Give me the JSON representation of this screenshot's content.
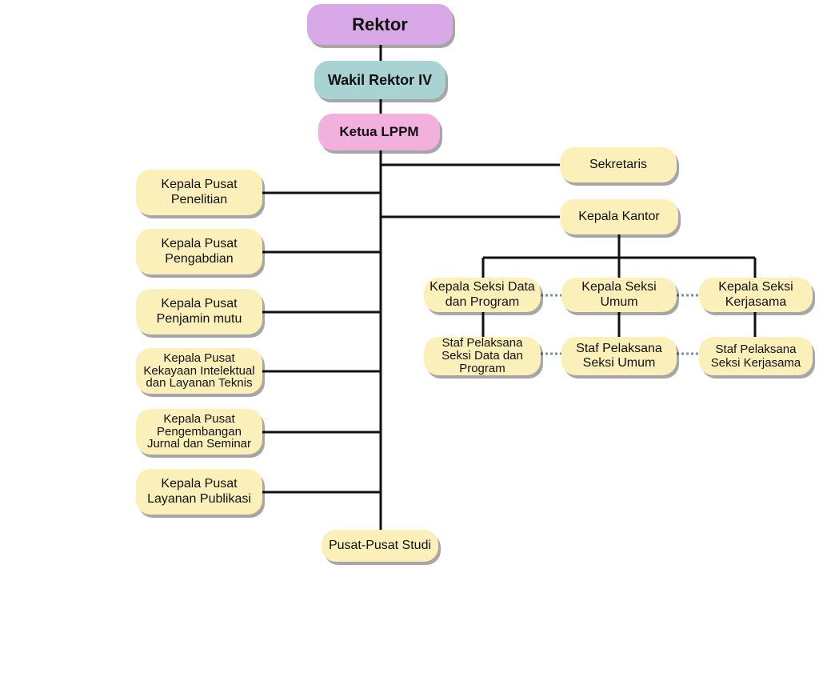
{
  "colors": {
    "rektor": "#d8a9e6",
    "wakil_rektor": "#a9d3d3",
    "ketua_lppm": "#f2b0dc",
    "unit": "#fcf0ba",
    "line": "#111111",
    "dotted_line": "#7a8fa6"
  },
  "nodes": {
    "rektor": "Rektor",
    "wakil_rektor": "Wakil Rektor IV",
    "ketua_lppm": "Ketua LPPM",
    "sekretaris": "Sekretaris",
    "kepala_kantor": "Kepala Kantor",
    "pusat_penelitian": "Kepala Pusat\nPenelitian",
    "pusat_pengabdian": "Kepala Pusat\nPengabdian",
    "pusat_penjamin_mutu": "Kepala Pusat\nPenjamin mutu",
    "pusat_kekayaan_intelektual": "Kepala Pusat\nKekayaan Intelektual\ndan Layanan Teknis",
    "pusat_pengembangan_jurnal": "Kepala Pusat\nPengembangan\nJurnal dan Seminar",
    "pusat_layanan_publikasi": "Kepala Pusat\nLayanan Publikasi",
    "pusat_pusat_studi": "Pusat-Pusat Studi",
    "seksi_data_program": "Kepala Seksi Data\ndan Program",
    "seksi_umum": "Kepala Seksi\nUmum",
    "seksi_kerjasama": "Kepala Seksi\nKerjasama",
    "staf_data_program": "Staf Pelaksana\nSeksi Data dan\nProgram",
    "staf_umum": "Staf Pelaksana\nSeksi Umum",
    "staf_kerjasama": "Staf Pelaksana\nSeksi Kerjasama"
  }
}
